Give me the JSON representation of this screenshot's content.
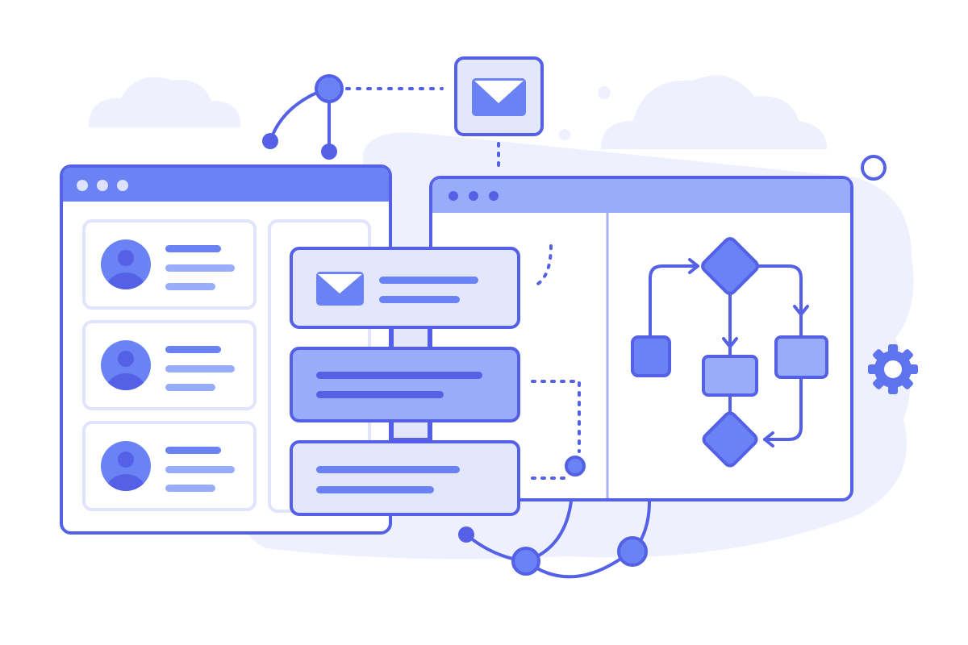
{
  "colors": {
    "stroke": "#5461e6",
    "fill": "#6a82f4",
    "fill_light": "#97acfb",
    "panel": "#e3e7fd",
    "background_blob": "#eef0fd",
    "card_border": "#e0e4fc",
    "window_dot_light": "#dde3fd"
  },
  "icons": {
    "left_window_cards": [
      "user-avatar-icon",
      "user-avatar-icon",
      "user-avatar-icon"
    ],
    "floating": [
      "mail-icon",
      "gear-icon",
      "network-node-icon"
    ],
    "middle_list": [
      "mail-icon"
    ]
  },
  "flowchart": {
    "nodes": [
      "start-square",
      "decision-diamond",
      "process-box",
      "process-box",
      "end-diamond"
    ]
  }
}
